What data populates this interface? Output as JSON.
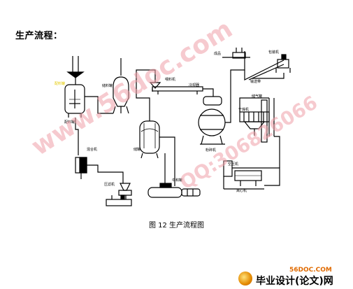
{
  "heading": "生产流程：",
  "caption": "图 12 生产流程图",
  "labels": {
    "l1": "配料罐",
    "l2": "储料罐",
    "l3": "喂料机",
    "l4": "配料罐",
    "l5": "混合机",
    "l6": "储罐",
    "l7": "压滤机",
    "l8": "中和罐",
    "l9": "粉碎机",
    "l10": "干燥机",
    "l11": "离心机",
    "l12": "成品",
    "l13": "包装机",
    "l14": "输送带",
    "l15": "冷却器",
    "l16": "空压机",
    "l17": "储气罐"
  },
  "watermarks": {
    "w1": "www.56doc.com",
    "w2": "QQ:306826066"
  },
  "site": {
    "domain": "56DOC.COM",
    "name": "毕业设计(论文)网"
  }
}
